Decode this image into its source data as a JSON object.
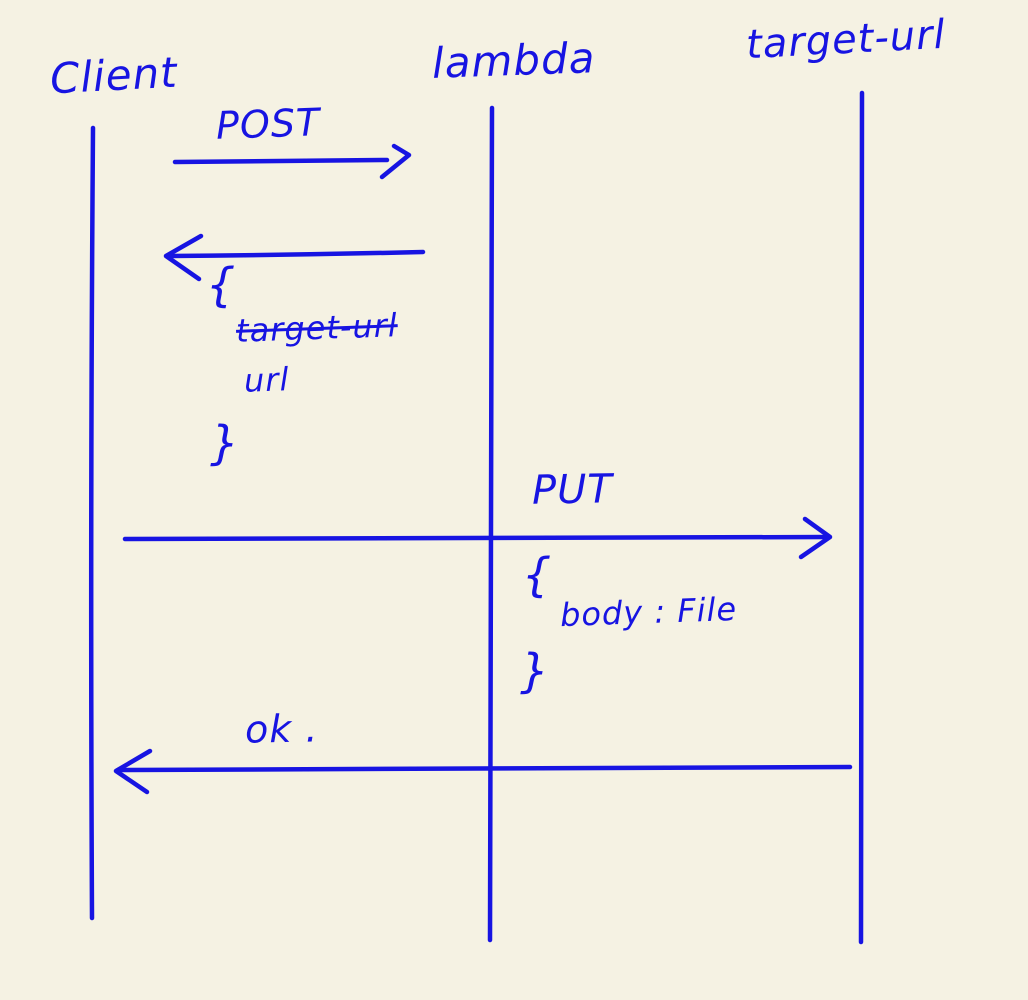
{
  "diagram": {
    "kind": "hand-drawn sequence diagram",
    "ink_color": "#1714e2",
    "background_color": "#f5f2e3",
    "actors": [
      {
        "name": "Client"
      },
      {
        "name": "lambda"
      },
      {
        "name": "target-url"
      }
    ],
    "messages": [
      {
        "from": "Client",
        "to": "lambda",
        "label": "POST",
        "annotation": null
      },
      {
        "from": "lambda",
        "to": "Client",
        "label": null,
        "annotation": "{ target-url url }"
      },
      {
        "from": "Client",
        "to": "target-url",
        "label": "PUT",
        "annotation": "{ body: File }"
      },
      {
        "from": "target-url",
        "to": "Client",
        "label": "ok .",
        "annotation": null
      }
    ]
  },
  "labels": {
    "client": "Client",
    "lambda": "lambda",
    "target_url": "target-url",
    "post": "POST",
    "put": "PUT",
    "ok": "ok .",
    "brace_open": "{",
    "brace_close": "}",
    "annotation1_line1": "target-url",
    "annotation1_line2": "url",
    "annotation2": "body : File"
  }
}
